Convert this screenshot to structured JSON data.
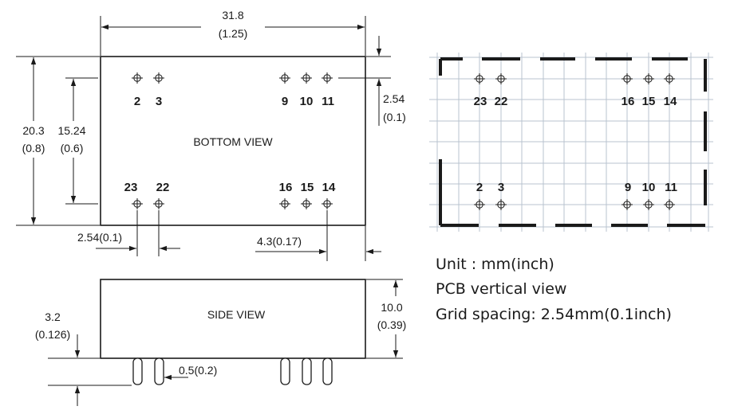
{
  "bottom_view": {
    "title": "BOTTOM VIEW",
    "width_mm": "31.8",
    "width_in": "(1.25)",
    "height_mm": "20.3",
    "height_in": "(0.8)",
    "row_pitch_mm": "15.24",
    "row_pitch_in": "(0.6)",
    "edge_offset_mm": "2.54",
    "edge_offset_in": "(0.1)",
    "pin_pitch": "2.54(0.1)",
    "end_offset": "4.3(0.17)",
    "top_pins": [
      "2",
      "3",
      "9",
      "10",
      "11"
    ],
    "bottom_pins": [
      "23",
      "22",
      "16",
      "15",
      "14"
    ]
  },
  "side_view": {
    "title": "SIDE VIEW",
    "pin_length_mm": "3.2",
    "pin_length_in": "(0.126)",
    "height_mm": "10.0",
    "height_in": "(0.39)",
    "pin_diameter": "0.5(0.2)"
  },
  "pcb_view": {
    "top_pins": [
      "23",
      "22",
      "16",
      "15",
      "14"
    ],
    "bottom_pins": [
      "2",
      "3",
      "9",
      "10",
      "11"
    ]
  },
  "notes": {
    "unit": "Unit : mm(inch)",
    "view": "PCB vertical view",
    "grid": "Grid spacing: 2.54mm(0.1inch)"
  }
}
